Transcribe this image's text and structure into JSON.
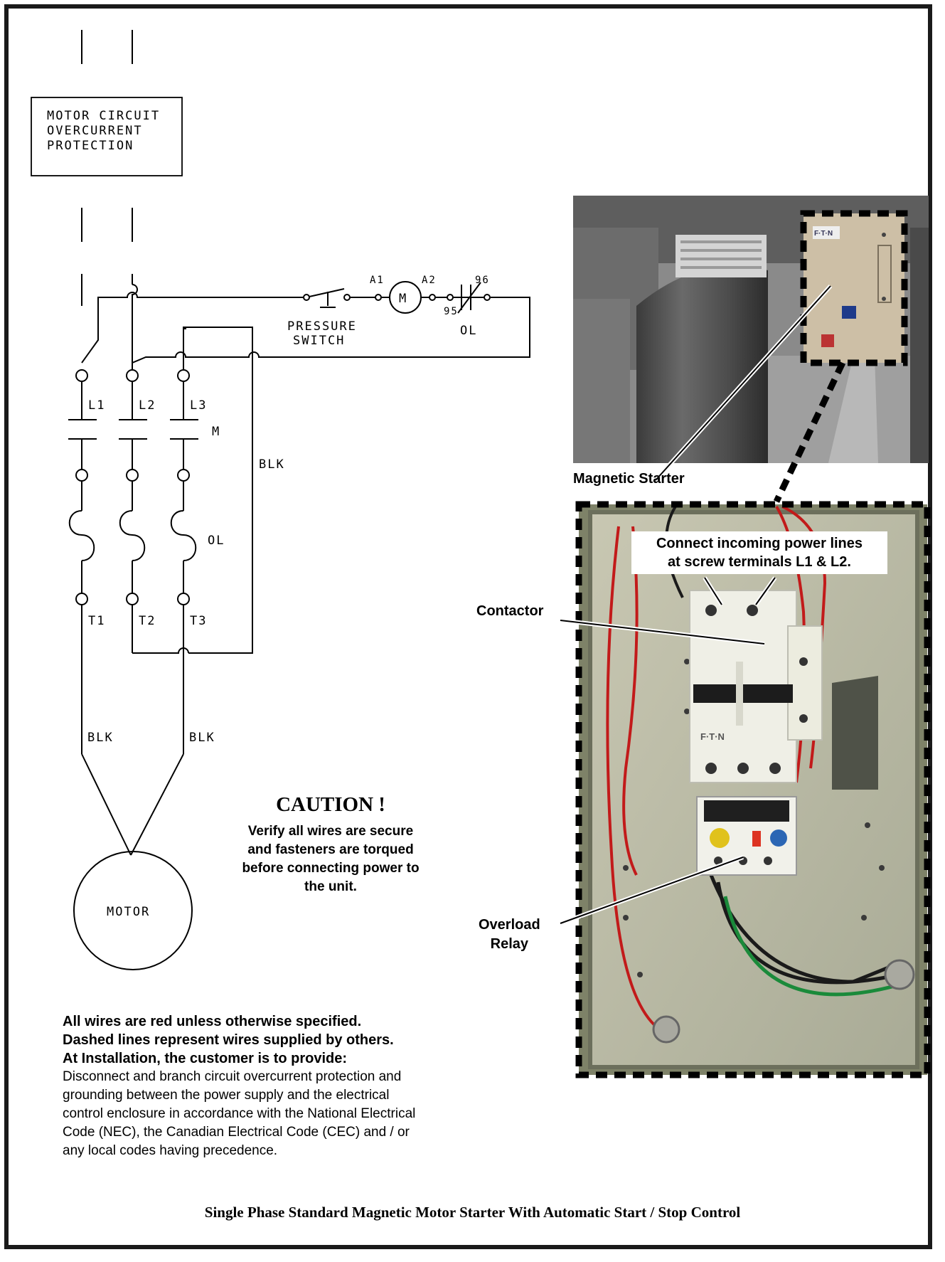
{
  "diagram": {
    "ocp_box": [
      "MOTOR CIRCUIT",
      "OVERCURRENT",
      "PROTECTION"
    ],
    "pressure_switch": [
      "PRESSURE",
      "SWITCH"
    ],
    "coil_label": "M",
    "a1": "A1",
    "a2": "A2",
    "t95": "95",
    "t96": "96",
    "ol_aux": "OL",
    "lines": [
      "L1",
      "L2",
      "L3"
    ],
    "contactor_label": "M",
    "overload_label": "OL",
    "terminals": [
      "T1",
      "T2",
      "T3"
    ],
    "blk_right": "BLK",
    "blk_left": "BLK",
    "blk_mid": "BLK",
    "motor": "MOTOR"
  },
  "caution": {
    "title": "CAUTION !",
    "lines": [
      "Verify all wires are secure",
      "and fasteners are torqued",
      "before connecting power to",
      "the unit."
    ]
  },
  "notes": {
    "bold_lines": [
      "All wires are red unless otherwise specified.",
      "Dashed lines represent wires supplied by others.",
      "At Installation, the customer is to provide:"
    ],
    "body_lines": [
      "Disconnect and branch circuit overcurrent protection and",
      "grounding between the power supply and the electrical",
      "control enclosure in accordance with the National Electrical",
      "Code (NEC), the Canadian Electrical Code (CEC) and / or",
      "any local codes having precedence."
    ]
  },
  "photos": {
    "magnetic_starter": "Magnetic Starter",
    "callout_lines": [
      "Connect incoming power lines",
      "at screw terminals L1 & L2."
    ],
    "contactor": "Contactor",
    "overload_relay": [
      "Overload",
      "Relay"
    ],
    "brand_text": "F·T·N"
  },
  "footer": "Single Phase Standard Magnetic Motor Starter With Automatic Start / Stop Control"
}
